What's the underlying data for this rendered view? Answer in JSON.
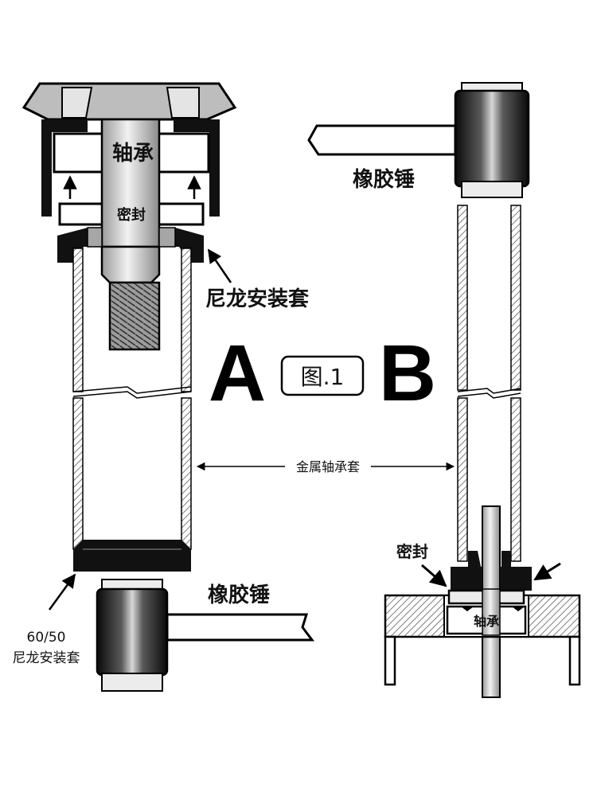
{
  "diagram": {
    "label_a": "A",
    "label_b": "B",
    "figure_label": "图.1",
    "panel_a": {
      "bearing": "轴承",
      "seal": "密封",
      "nylon_sleeve": "尼龙安装套",
      "rubber_hammer": "橡胶锤",
      "size_note": "60/50",
      "size_note_sleeve": "尼龙安装套"
    },
    "panel_b": {
      "rubber_hammer": "橡胶锤",
      "seal": "密封",
      "bearing": "轴承"
    },
    "metal_sleeve": "金属轴承套"
  },
  "colors": {
    "stroke": "#000000",
    "gray_light": "#d9d9d9",
    "gray_mid": "#a6a6a6",
    "black_fill": "#111111"
  }
}
